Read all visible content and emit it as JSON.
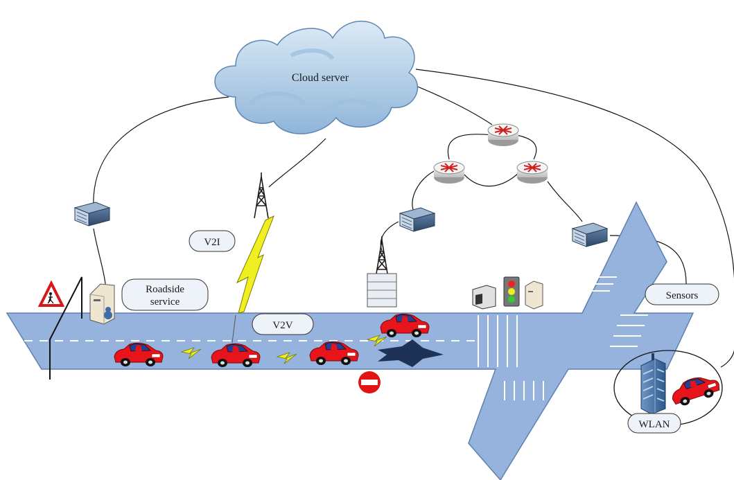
{
  "diagram": {
    "labels": {
      "cloud": "Cloud server",
      "roadside_line1": "Roadside",
      "roadside_line2": "service",
      "v2i": "V2I",
      "v2v": "V2V",
      "sensors": "Sensors",
      "wlan": "WLAN"
    },
    "icons": [
      "cloud-icon",
      "router-icon",
      "server-icon",
      "tower-icon",
      "car-icon",
      "lightning-icon",
      "traffic-light-icon",
      "pedestrian-warning-sign-icon",
      "no-entry-sign-icon",
      "building-icon",
      "pothole-icon",
      "sensor-icon",
      "pc-icon"
    ],
    "colors": {
      "road": "#95b3dd",
      "road_stroke": "#5f7fae",
      "car": "#e8141b",
      "lightning": "#f0f020",
      "cloud": "#b8d3ea",
      "pothole": "#1e3257"
    }
  }
}
